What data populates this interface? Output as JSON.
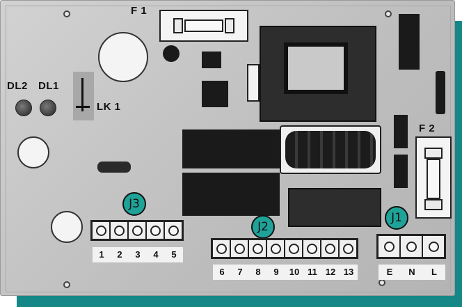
{
  "labels": {
    "f1": "F 1",
    "f2": "F 2",
    "dl2": "DL2",
    "dl1": "DL1",
    "lk1": "LK 1"
  },
  "connectors": {
    "j3": {
      "name": "J3",
      "terminals": [
        "1",
        "2",
        "3",
        "4",
        "5"
      ]
    },
    "j2": {
      "name": "J2",
      "terminals": [
        "6",
        "7",
        "8",
        "9",
        "10",
        "11",
        "12",
        "13"
      ]
    },
    "j1": {
      "name": "J1",
      "terminals": [
        "E",
        "N",
        "L"
      ]
    }
  },
  "colors": {
    "accent": "#1fa399",
    "frame": "#168787",
    "board": "#c8c8c8"
  }
}
